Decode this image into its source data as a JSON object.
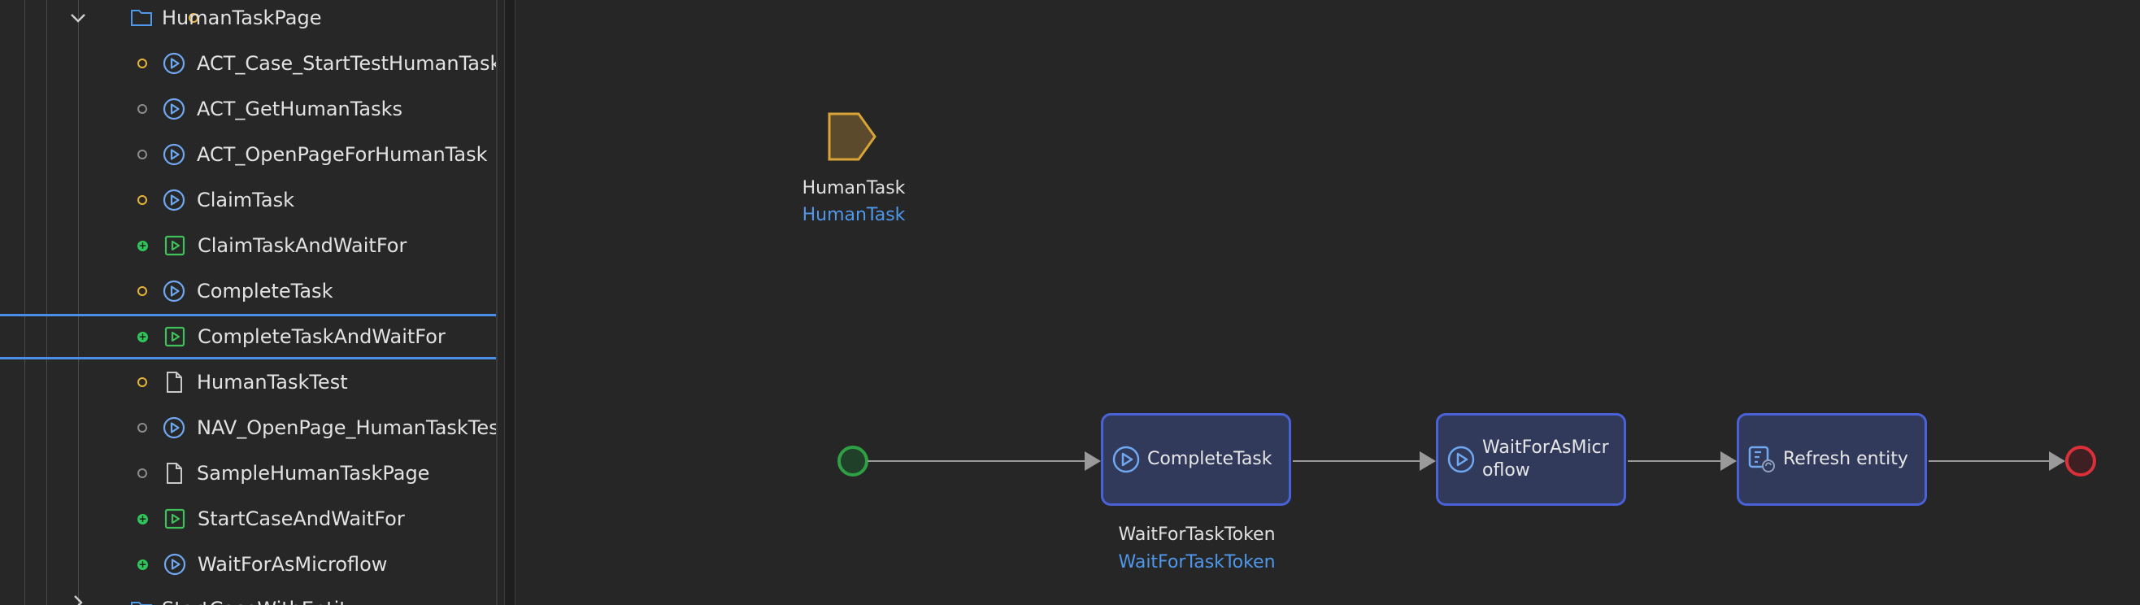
{
  "tree": {
    "folder": {
      "label": "HumanTaskPage",
      "status": "modified",
      "icon": "folder-icon"
    },
    "items": [
      {
        "label": "ACT_Case_StartTestHumanTask",
        "status": "modified",
        "icon": "microflow-icon"
      },
      {
        "label": "ACT_GetHumanTasks",
        "status": "unchanged",
        "icon": "microflow-icon"
      },
      {
        "label": "ACT_OpenPageForHumanTask",
        "status": "unchanged",
        "icon": "microflow-icon"
      },
      {
        "label": "ClaimTask",
        "status": "modified",
        "icon": "microflow-icon"
      },
      {
        "label": "ClaimTaskAndWaitFor",
        "status": "added",
        "icon": "workflow-icon"
      },
      {
        "label": "CompleteTask",
        "status": "modified",
        "icon": "microflow-icon"
      },
      {
        "label": "CompleteTaskAndWaitFor",
        "status": "added",
        "icon": "workflow-icon",
        "selected": true
      },
      {
        "label": "HumanTaskTest",
        "status": "modified",
        "icon": "page-icon"
      },
      {
        "label": "NAV_OpenPage_HumanTaskTest",
        "status": "unchanged",
        "icon": "microflow-icon"
      },
      {
        "label": "SampleHumanTaskPage",
        "status": "unchanged",
        "icon": "page-icon"
      },
      {
        "label": "StartCaseAndWaitFor",
        "status": "added",
        "icon": "workflow-icon"
      },
      {
        "label": "WaitForAsMicroflow",
        "status": "added",
        "icon": "microflow-icon"
      }
    ],
    "partial_next": {
      "label": "StartCaseWithEntity",
      "icon": "folder-icon"
    }
  },
  "canvas": {
    "parameter": {
      "name": "HumanTask",
      "type": "HumanTask",
      "icon": "parameter-icon"
    },
    "flow": {
      "start": {
        "name": "start-event",
        "color": "#2ea043"
      },
      "activities": [
        {
          "label": "CompleteTask",
          "icon": "call-microflow-icon",
          "caption": "WaitForTaskToken",
          "caption_type": "WaitForTaskToken"
        },
        {
          "label": "WaitForAsMicroflow",
          "icon": "call-microflow-icon"
        },
        {
          "label": "Refresh entity",
          "icon": "refresh-entity-icon"
        }
      ],
      "end": {
        "name": "end-event",
        "color": "#d9303a"
      }
    }
  },
  "colors": {
    "selection": "#4a8eea",
    "modified": "#e8b339",
    "added": "#2ec55a",
    "activity_border": "#4a62d8",
    "link": "#4f97ea"
  }
}
